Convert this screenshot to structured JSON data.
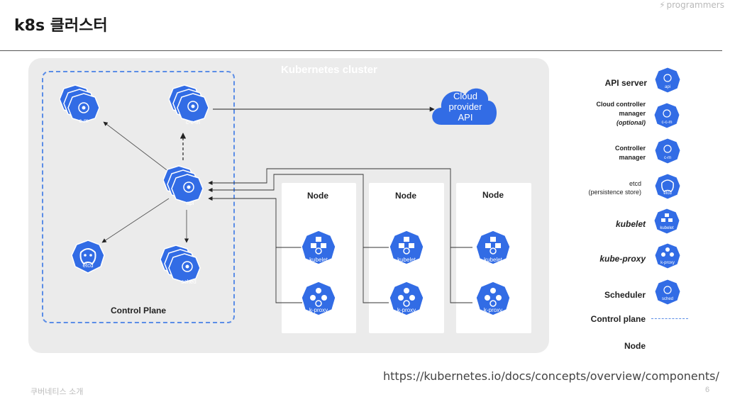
{
  "slide": {
    "title": "k8s 클러스터",
    "brand": "programmers",
    "footer_left": "쿠버네티스 소개",
    "page_number": "6",
    "source_url": "https://kubernetes.io/docs/concepts/overview/components/"
  },
  "diagram": {
    "cluster_label": "Kubernetes cluster",
    "control_plane_label": "Control Plane",
    "cloud_label": [
      "Cloud",
      "provider",
      "API"
    ],
    "components": {
      "cm": "c-m",
      "ccm": "c-c-m",
      "api": "api",
      "etcd": "etcd",
      "sched": "sched"
    },
    "nodes": [
      {
        "label": "Node",
        "kubelet": "kubelet",
        "kproxy": "k-proxy"
      },
      {
        "label": "Node",
        "kubelet": "kubelet",
        "kproxy": "k-proxy"
      },
      {
        "label": "Node",
        "kubelet": "kubelet",
        "kproxy": "k-proxy"
      }
    ]
  },
  "legend": {
    "api_server": "API server",
    "ccm_line1": "Cloud controller",
    "ccm_line2": "manager",
    "ccm_line3": "(optional)",
    "cm_line1": "Controller",
    "cm_line2": "manager",
    "etcd_line1": "etcd",
    "etcd_line2": "(persistence store)",
    "kubelet": "kubelet",
    "kube_proxy": "kube-proxy",
    "scheduler": "Scheduler",
    "control_plane": "Control plane",
    "node": "Node",
    "icon_labels": {
      "api": "api",
      "ccm": "c-c-m",
      "cm": "c-m",
      "etcd": "etcd",
      "kubelet": "kubelet",
      "kproxy": "k-proxy",
      "sched": "sched"
    }
  },
  "colors": {
    "k8s_blue": "#326ce5",
    "cluster_bg": "#ebebeb",
    "dash_blue": "#5b8de6"
  }
}
